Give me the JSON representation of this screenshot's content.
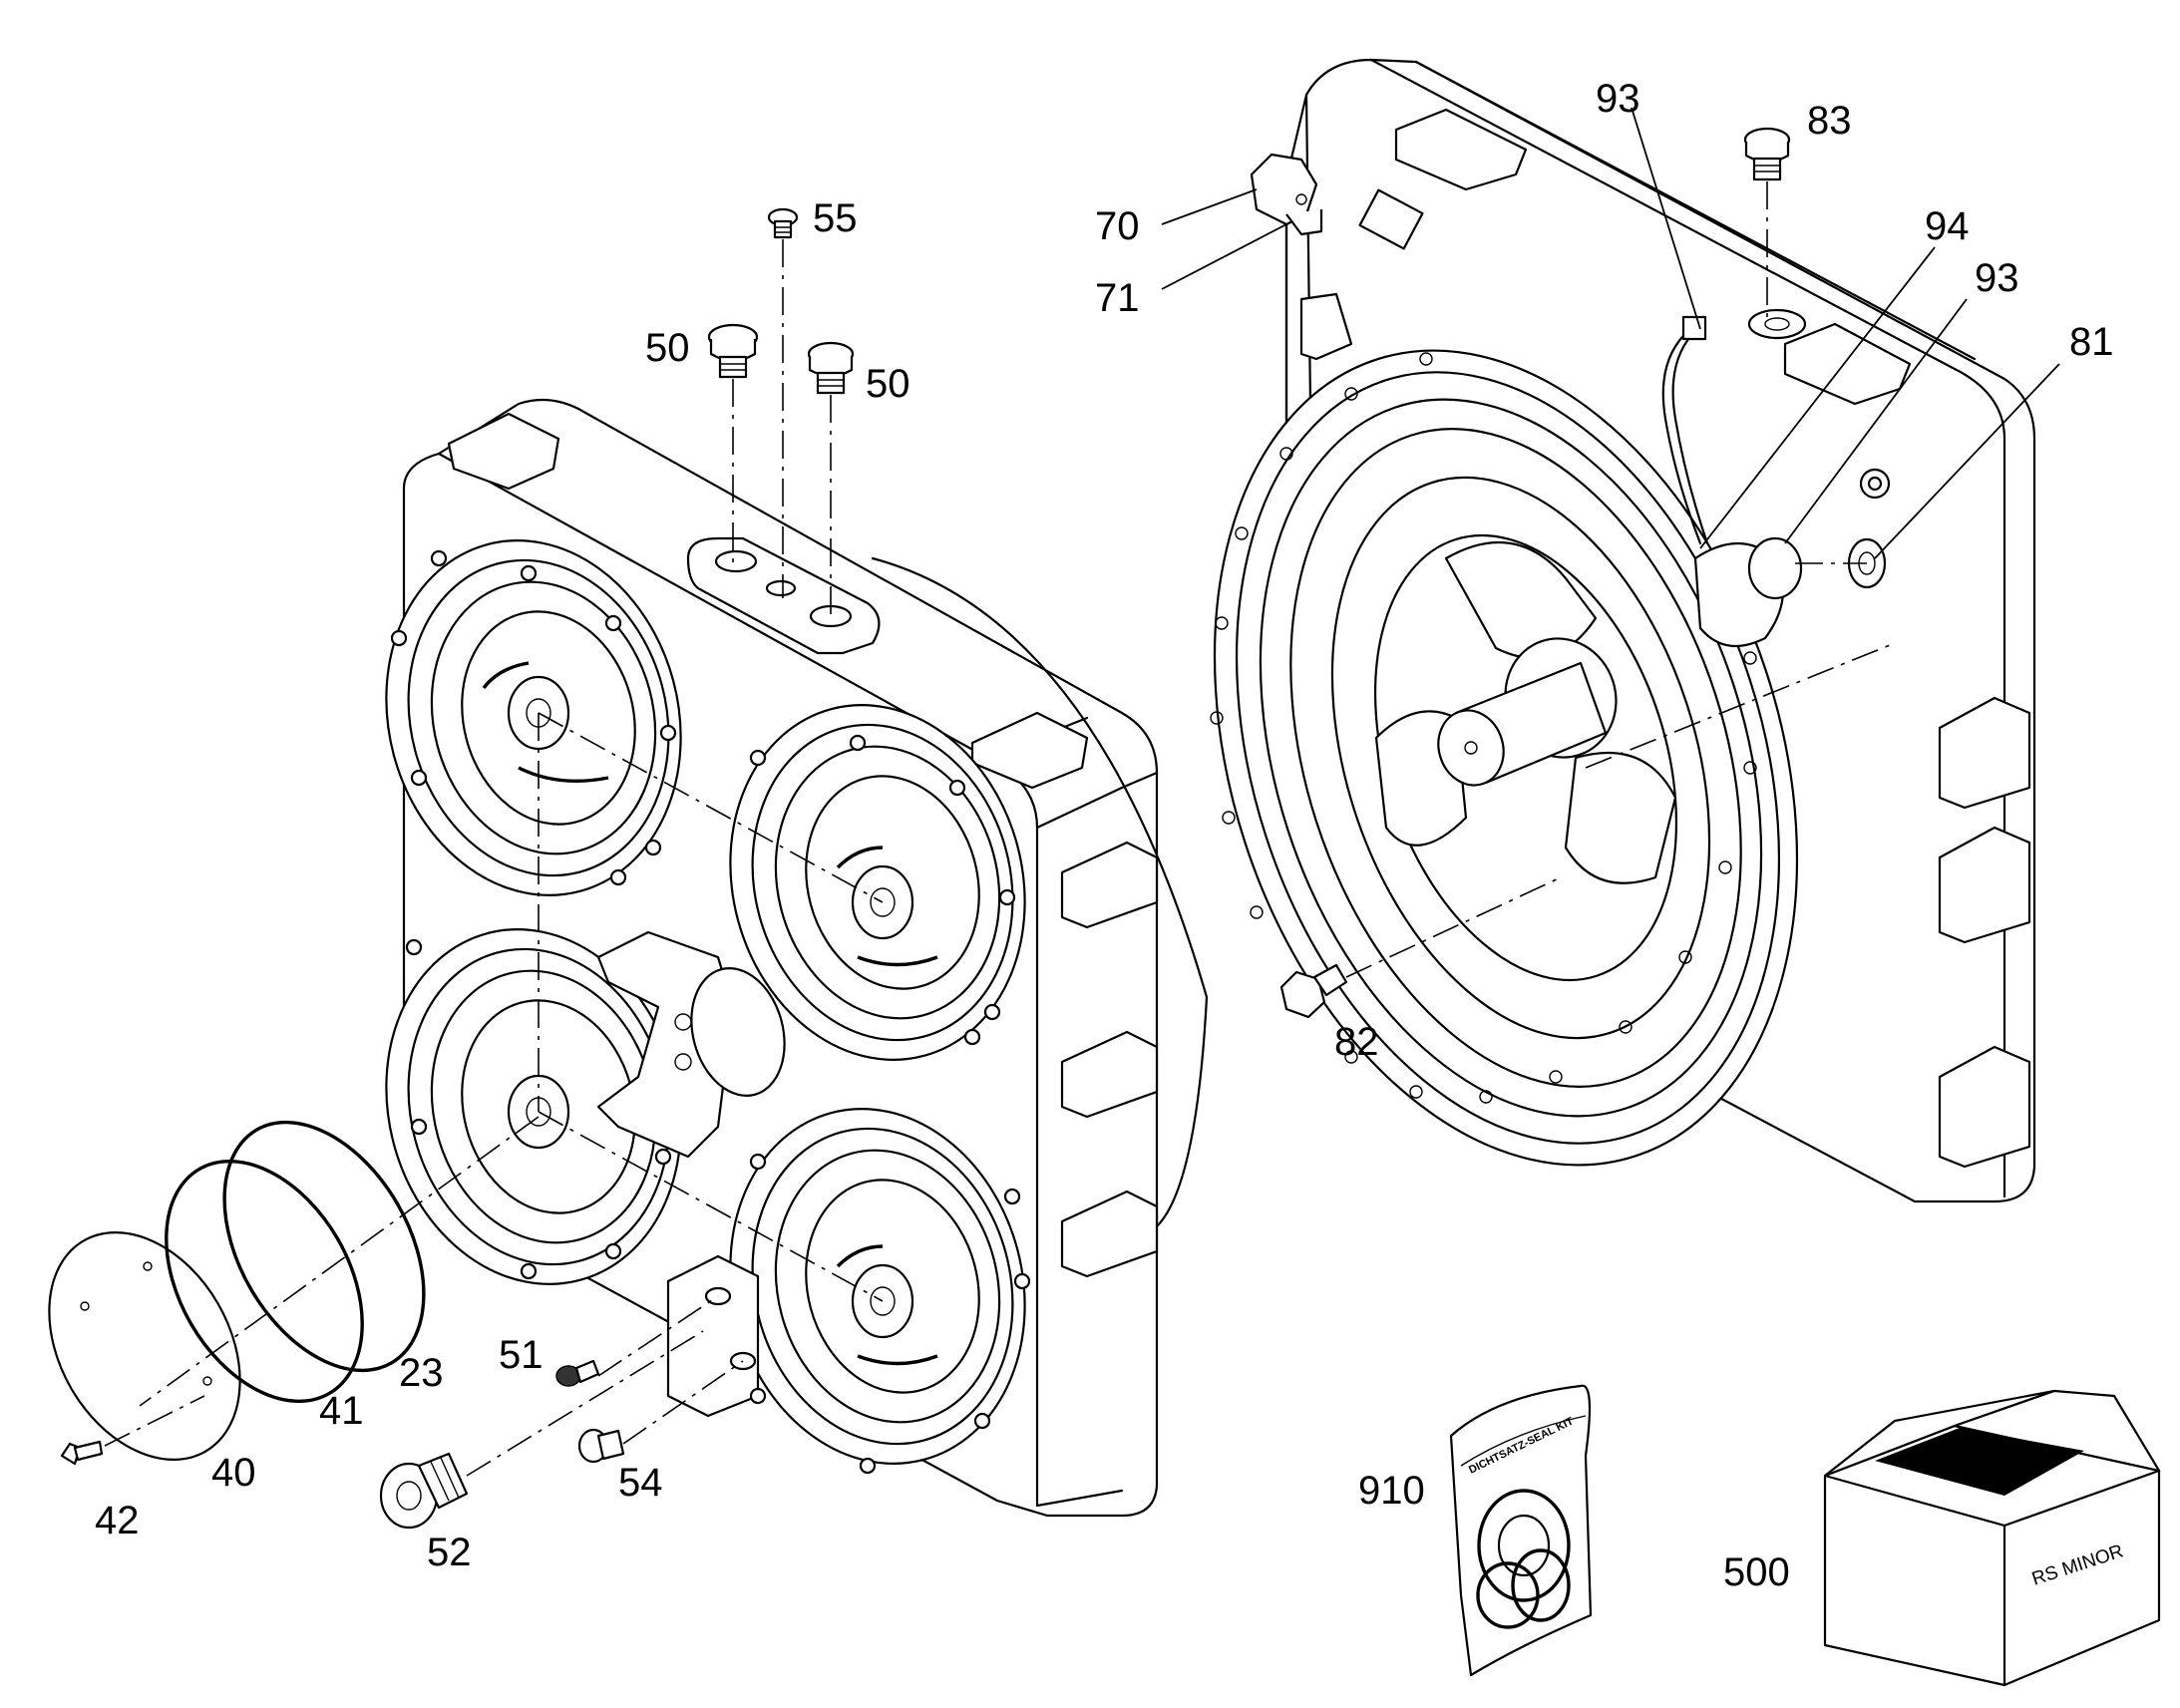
{
  "callouts": {
    "c23": "23",
    "c40": "40",
    "c41": "41",
    "c42": "42",
    "c50a": "50",
    "c50b": "50",
    "c51": "51",
    "c52": "52",
    "c54": "54",
    "c55": "55",
    "c70": "70",
    "c71": "71",
    "c81": "81",
    "c82": "82",
    "c83": "83",
    "c93a": "93",
    "c93b": "93",
    "c94": "94",
    "c500": "500",
    "c910": "910"
  },
  "package_text": "DICHTSATZ-SEAL KIT",
  "box_text": "RS MINOR"
}
